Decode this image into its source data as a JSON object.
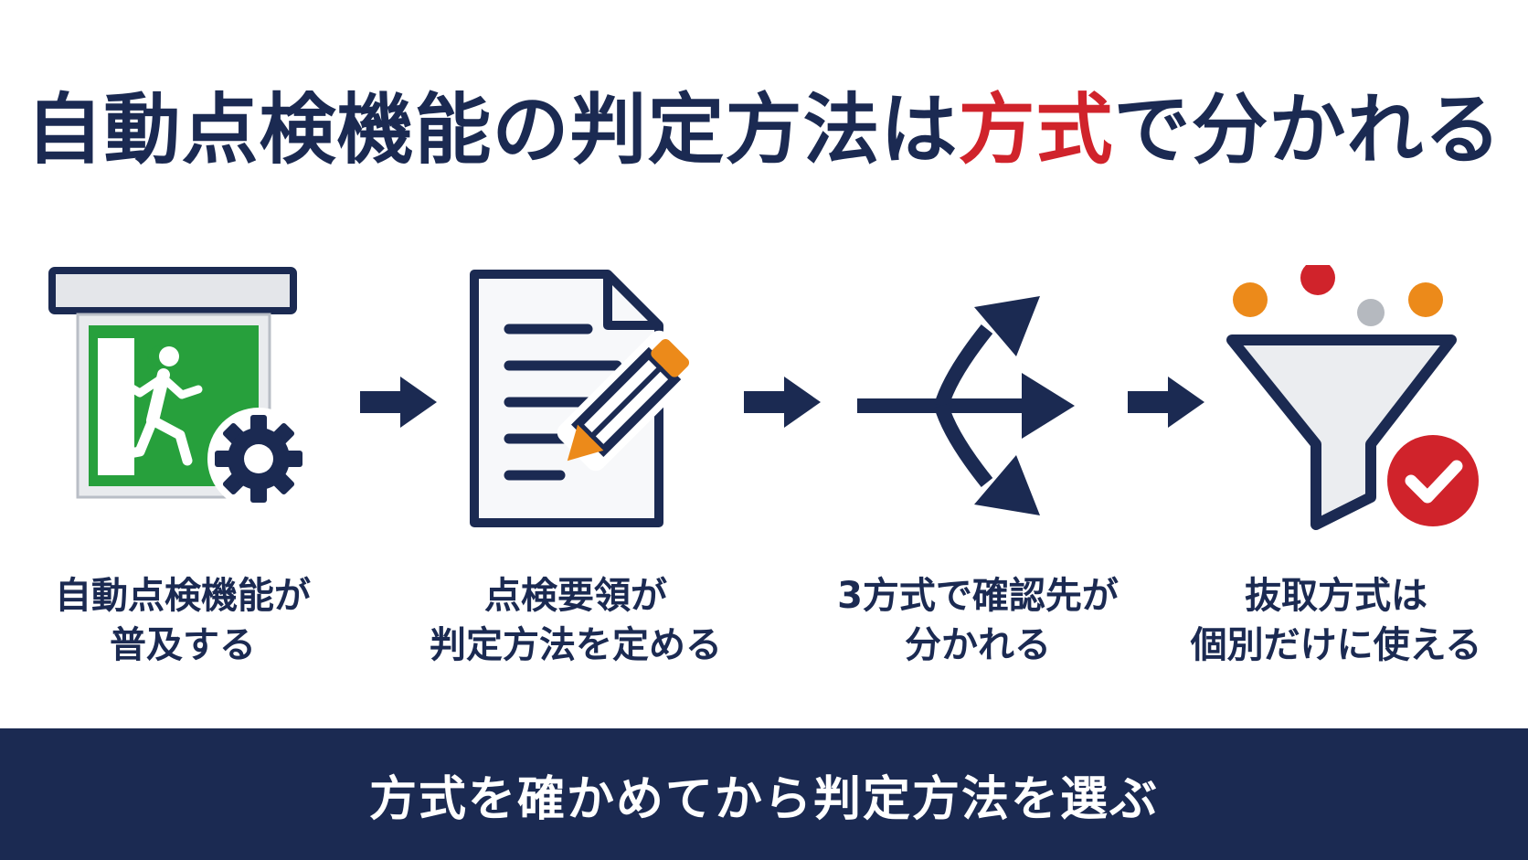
{
  "title": {
    "before": "自動点検機能の判定方法は",
    "accent": "方式",
    "after": "で分かれる"
  },
  "steps": [
    {
      "icon": "exit-sign-gear-icon",
      "line1": "自動点検機能が",
      "line2": "普及する"
    },
    {
      "icon": "document-pencil-icon",
      "line1": "点検要領が",
      "line2": "判定方法を定める"
    },
    {
      "icon": "branch-arrows-icon",
      "line1": "3方式で確認先が",
      "line2": "分かれる"
    },
    {
      "icon": "funnel-check-icon",
      "line1": "抜取方式は",
      "line2": "個別だけに使える"
    }
  ],
  "footer": {
    "text": "方式を確かめてから判定方法を選ぶ"
  },
  "colors": {
    "navy": "#1b2a52",
    "red": "#d0232b",
    "green": "#27a03c",
    "orange": "#ec8a1a",
    "gray": "#b5b9bf"
  }
}
